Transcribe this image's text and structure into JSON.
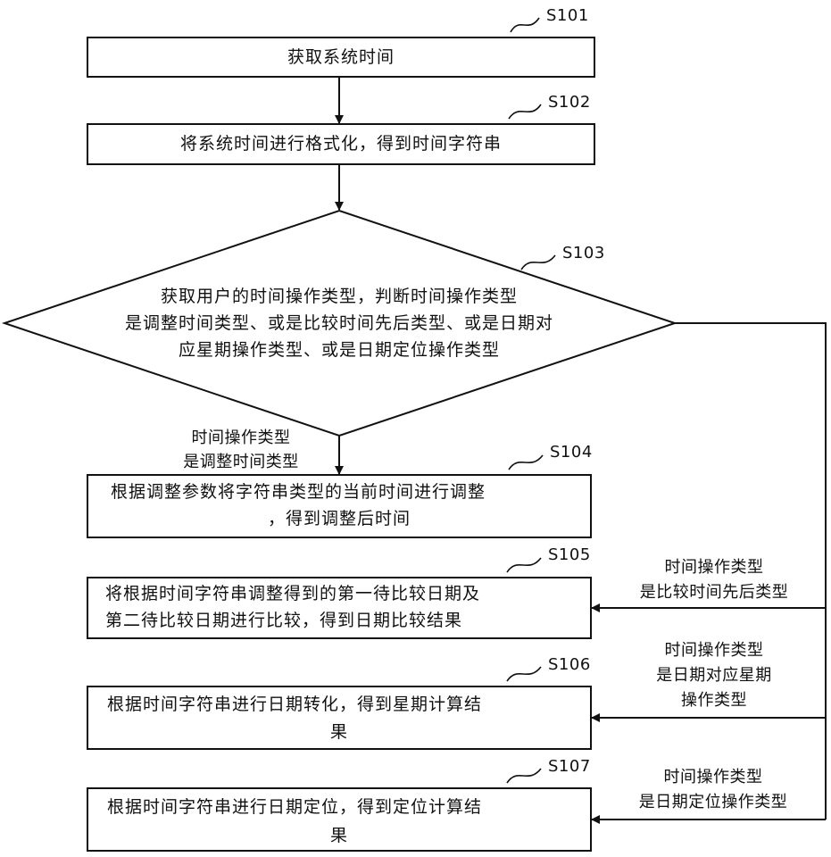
{
  "steps": {
    "s101": {
      "id": "S101",
      "text": "获取系统时间"
    },
    "s102": {
      "id": "S102",
      "text": "将系统时间进行格式化，得到时间字符串"
    },
    "s103": {
      "id": "S103",
      "line1": "获取用户的时间操作类型，判断时间操作类型",
      "line2": "是调整时间类型、或是比较时间先后类型、或是日期对",
      "line3": "应星期操作类型、或是日期定位操作类型"
    },
    "s104": {
      "id": "S104",
      "line1": "根据调整参数将字符串类型的当前时间进行调整",
      "line2": "，得到调整后时间"
    },
    "s105": {
      "id": "S105",
      "line1": "将根据时间字符串调整得到的第一待比较日期及",
      "line2": "第二待比较日期进行比较，得到日期比较结果"
    },
    "s106": {
      "id": "S106",
      "line1": "根据时间字符串进行日期转化，得到星期计算结",
      "line2": "果"
    },
    "s107": {
      "id": "S107",
      "line1": "根据时间字符串进行日期定位，得到定位计算结",
      "line2": "果"
    }
  },
  "branch_labels": {
    "adjust": {
      "line1": "时间操作类型",
      "line2": "是调整时间类型"
    },
    "compare": {
      "line1": "时间操作类型",
      "line2": "是比较时间先后类型"
    },
    "weekday": {
      "line1": "时间操作类型",
      "line2": "是日期对应星期",
      "line3": "操作类型"
    },
    "locate": {
      "line1": "时间操作类型",
      "line2": "是日期定位操作类型"
    }
  }
}
